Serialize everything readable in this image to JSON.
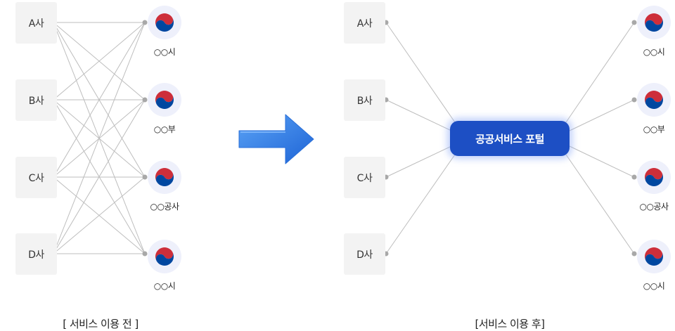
{
  "before": {
    "caption": "[ 서비스 이용 전 ]",
    "companies": [
      "A사",
      "B사",
      "C사",
      "D사"
    ],
    "agencies": [
      "○○시",
      "○○부",
      "○○공사",
      "○○시"
    ]
  },
  "after": {
    "caption": "[서비스 이용 후]",
    "portal_label": "공공서비스 포털",
    "companies": [
      "A사",
      "B사",
      "C사",
      "D사"
    ],
    "agencies": [
      "○○시",
      "○○부",
      "○○공사",
      "○○시"
    ]
  },
  "icons": {
    "arrow": "right-arrow-icon",
    "emblem": "taegeuk-emblem-icon"
  },
  "colors": {
    "portal": "#1d4fc4",
    "arrow": "#2f7fe8",
    "emblem_red": "#cd2e3a",
    "emblem_blue": "#0047a0",
    "line": "#bdbdbd",
    "box": "#f3f3f3"
  }
}
